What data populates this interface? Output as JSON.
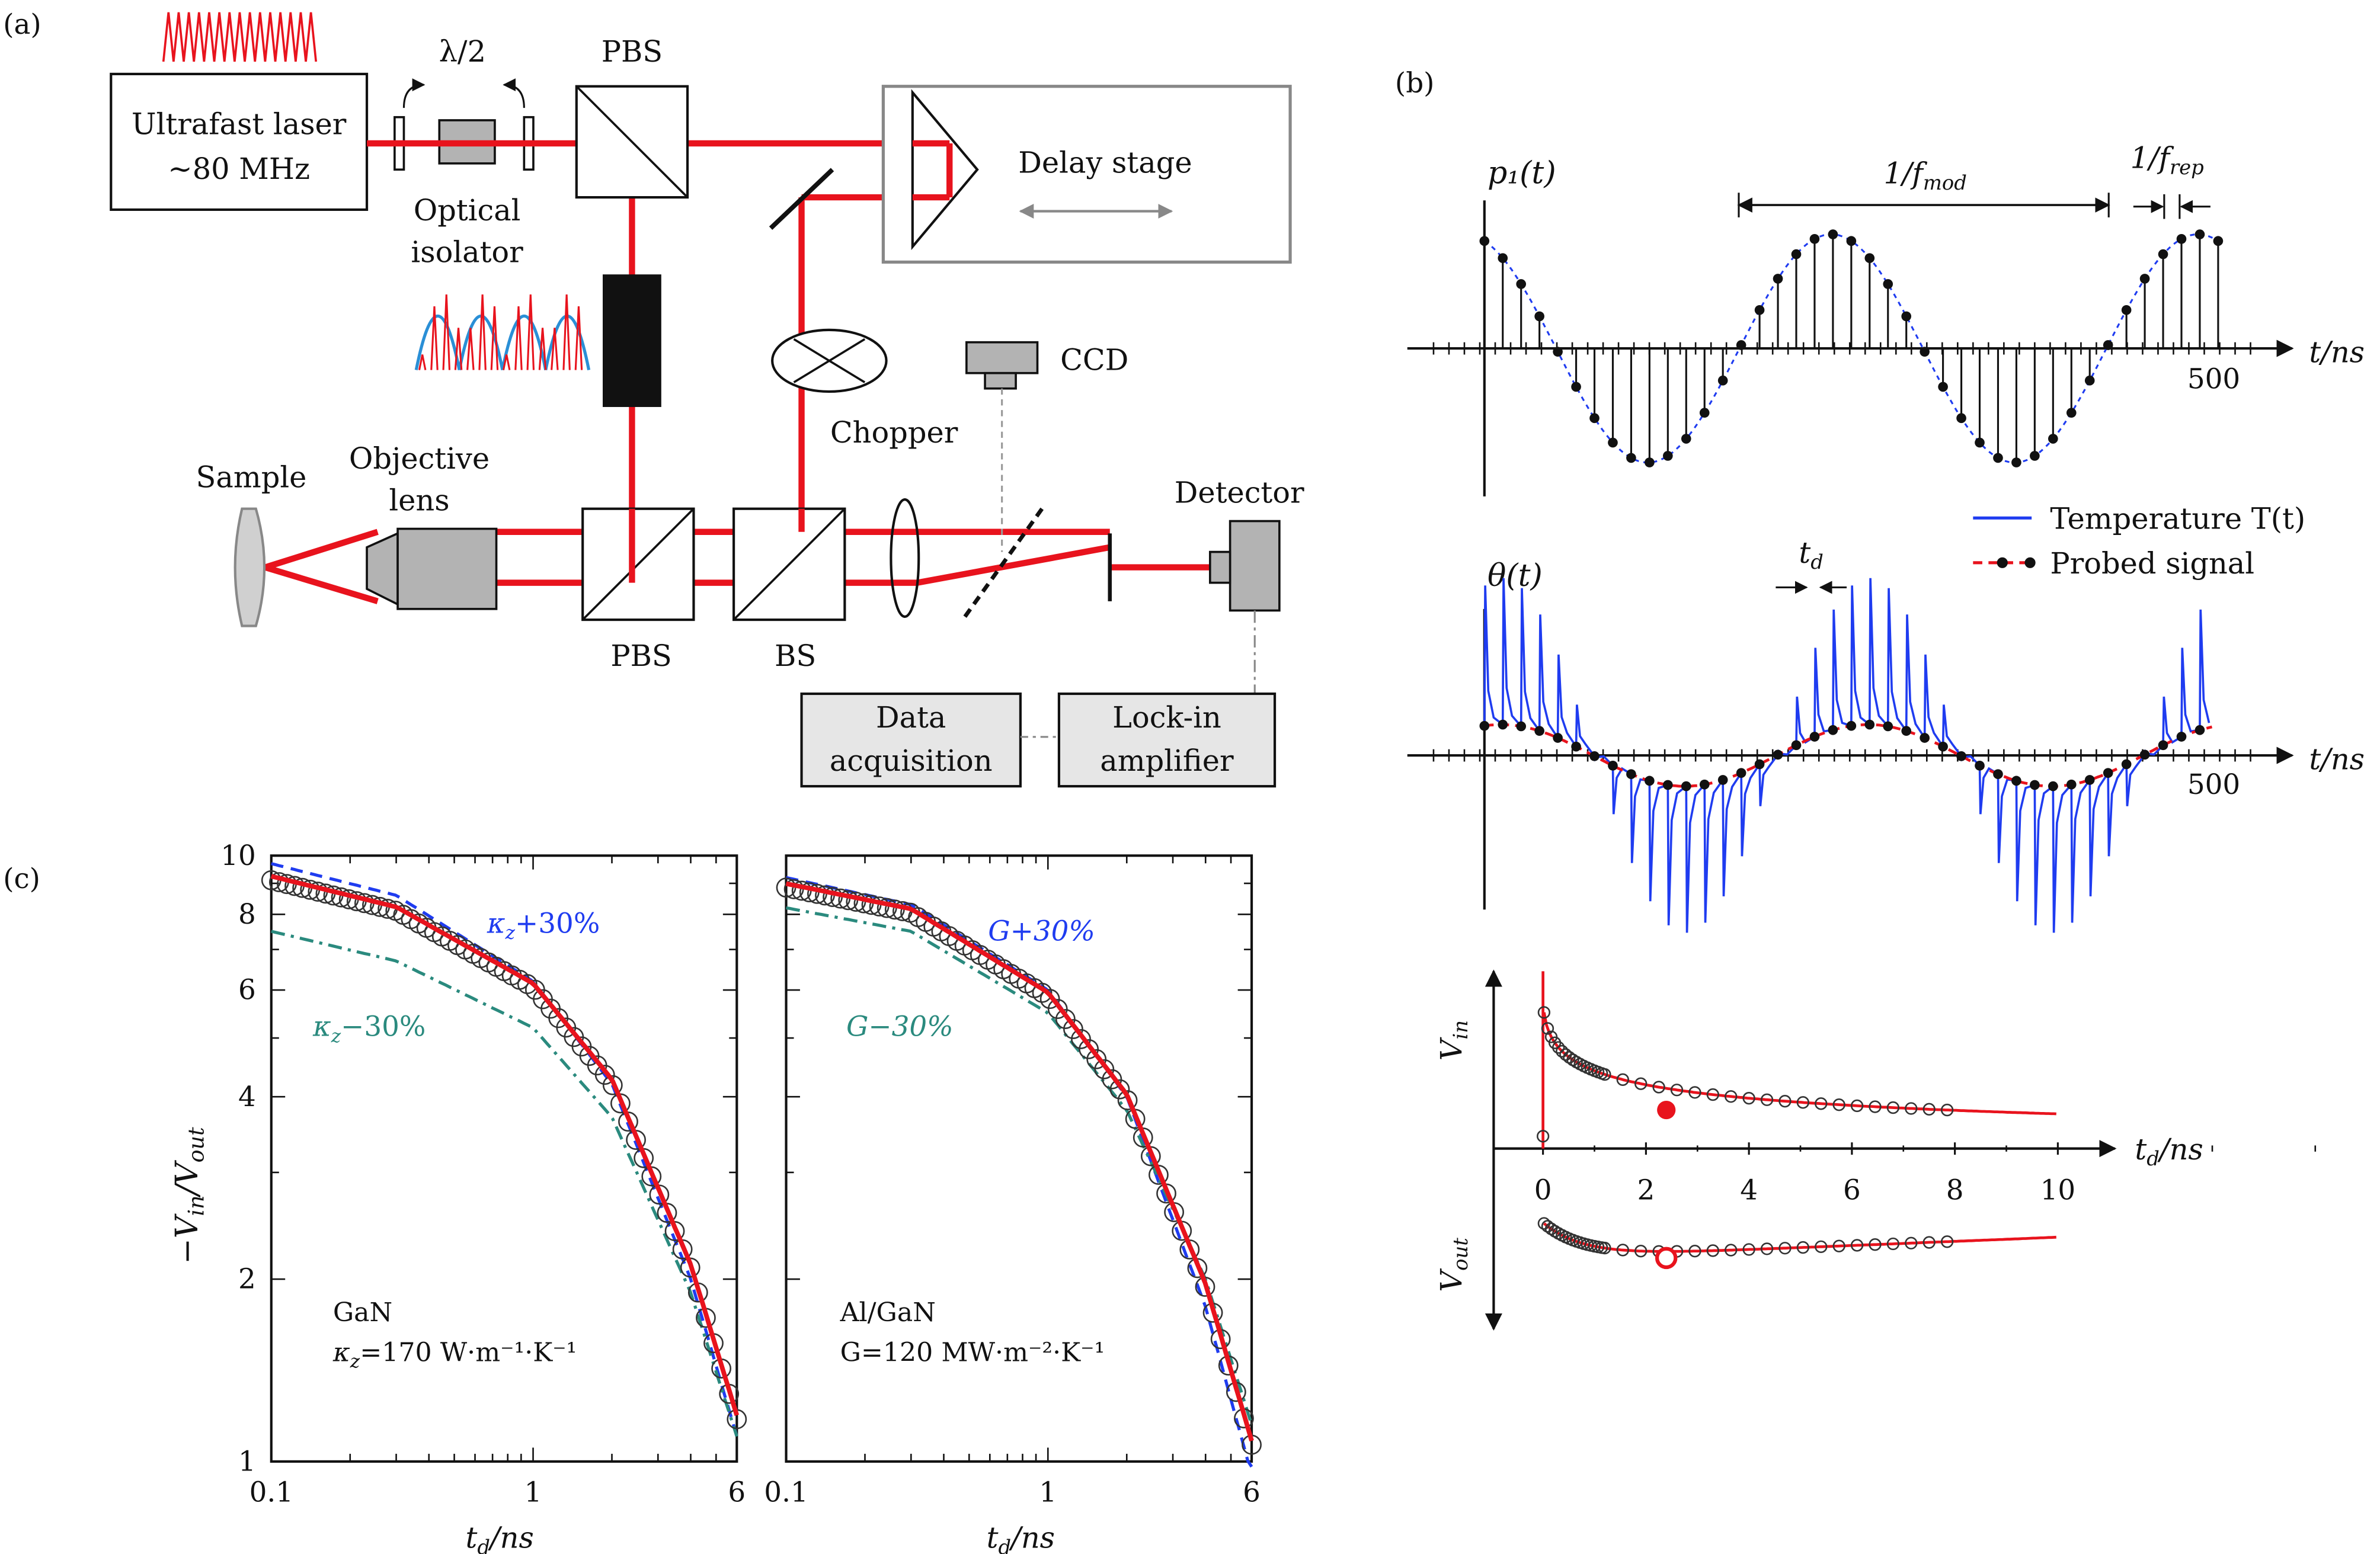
{
  "panel_labels": {
    "a": "(a)",
    "b": "(b)",
    "c": "(c)"
  },
  "colors": {
    "beam": "#e8131d",
    "box_fill_gray": "#b3b3b3",
    "light_box": "#e6e6e6",
    "temperature": "#1f3cf0",
    "probe": "#e8131d",
    "teal": "#2a8a7e",
    "blue_dash": "#1f3cf0",
    "black": "#111111"
  },
  "setup": {
    "laser_line1": "Ultrafast laser",
    "laser_line2": "~80 MHz",
    "half_wave": "λ/2",
    "isolator_line1": "Optical",
    "isolator_line2": "isolator",
    "pbs_top": "PBS",
    "delay_stage": "Delay stage",
    "chopper": "Chopper",
    "ccd": "CCD",
    "sample": "Sample",
    "objective_line1": "Objective",
    "objective_line2": "lens",
    "pbs_bottom": "PBS",
    "bs": "BS",
    "detector": "Detector",
    "daq_line1": "Data",
    "daq_line2": "acquisition",
    "lockin_line1": "Lock-in",
    "lockin_line2": "amplifier"
  },
  "panel_b": {
    "p1_label": "p₁(t)",
    "fmod_label": "1/f",
    "fmod_sub": "mod",
    "frep_label": "1/f",
    "frep_sub": "rep",
    "time_axis": "t/ns",
    "tick_500_top": "500",
    "legend_temp": "Temperature T(t)",
    "legend_probe": "Probed signal",
    "theta_label": "θ(t)",
    "td_label": "t",
    "td_sub": "d",
    "time_axis_2": "t/ns",
    "tick_500_mid": "500",
    "vin_label": "V",
    "vin_sub": "in",
    "vout_label": "V",
    "vout_sub": "out",
    "td_axis": "t",
    "td_axis_sub": "d",
    "td_axis_unit": "/ns",
    "ticks": [
      "0",
      "2",
      "4",
      "6",
      "8",
      "10"
    ]
  },
  "panel_c": {
    "ylabel": "−V",
    "ylabel_in": "in",
    "ylabel_out": "out",
    "left": {
      "kplus": "κ",
      "kplus_rest": "+30%",
      "kminus": "κ",
      "kminus_rest": "−30%",
      "material": "GaN",
      "param_line": "κ",
      "param_rest": "=170 W·m⁻¹·K⁻¹"
    },
    "right": {
      "gplus": "G+30%",
      "gminus": "G−30%",
      "material": "Al/GaN",
      "param_line": "G=120 MW·m⁻²·K⁻¹"
    },
    "xlabel": "t",
    "xlabel_sub": "d",
    "xlabel_unit": "/ns",
    "yticks": [
      "10",
      "8",
      "6",
      "4",
      "2",
      "1"
    ],
    "xticks": [
      "0.1",
      "1",
      "6"
    ]
  },
  "chart_data": [
    {
      "type": "line",
      "title": "",
      "xlabel": "t_d/ns",
      "ylabel": "−V_in/V_out",
      "x_scale": "log",
      "y_scale": "log",
      "xlim": [
        0.1,
        6
      ],
      "ylim": [
        1,
        10
      ],
      "series": [
        {
          "name": "κz+30%",
          "x": [
            0.1,
            0.3,
            1,
            2,
            4,
            6
          ],
          "values": [
            9.7,
            8.6,
            6.2,
            4.2,
            2.0,
            1.1
          ]
        },
        {
          "name": "κz−30%",
          "x": [
            0.1,
            0.3,
            1,
            2,
            4,
            6
          ],
          "values": [
            7.5,
            6.7,
            5.2,
            3.7,
            1.9,
            1.1
          ]
        }
      ],
      "annotations": [
        "GaN",
        "κz=170 W·m⁻¹·K⁻¹"
      ]
    },
    {
      "type": "line",
      "title": "",
      "xlabel": "t_d/ns",
      "ylabel": "−V_in/V_out",
      "x_scale": "log",
      "y_scale": "log",
      "xlim": [
        0.1,
        6
      ],
      "ylim": [
        1,
        10
      ],
      "series": [
        {
          "name": "G+30%",
          "x": [
            0.1,
            0.3,
            1,
            2,
            4,
            6
          ],
          "values": [
            9.2,
            8.3,
            6.0,
            4.0,
            1.8,
            0.95
          ]
        },
        {
          "name": "G−30%",
          "x": [
            0.1,
            0.3,
            1,
            2,
            4,
            6
          ],
          "values": [
            8.2,
            7.5,
            5.5,
            3.8,
            2.0,
            1.15
          ]
        }
      ],
      "annotations": [
        "Al/GaN",
        "G=120 MW·m⁻²·K⁻¹"
      ]
    }
  ]
}
